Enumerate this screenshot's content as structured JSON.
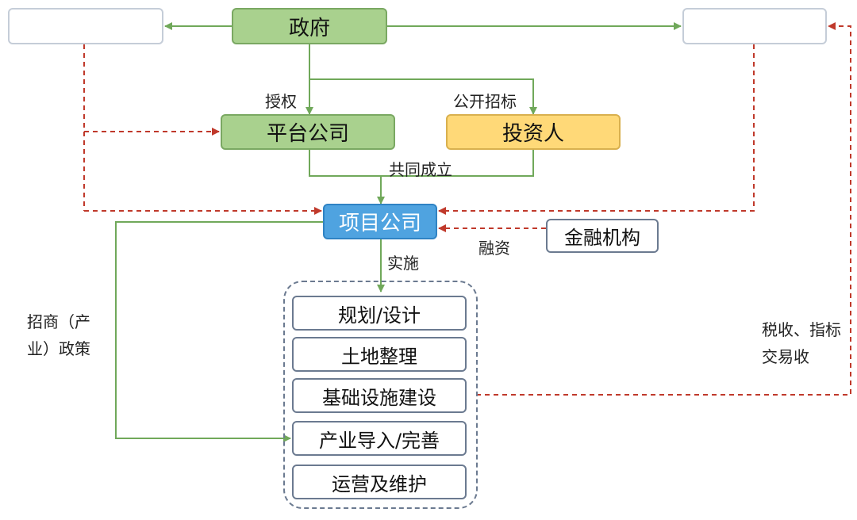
{
  "nodes": {
    "government": "政府",
    "platform_company": "平台公司",
    "investor": "投资人",
    "project_company": "项目公司",
    "financial_institution": "金融机构",
    "left_top": "",
    "right_top": ""
  },
  "implementation_steps": [
    "规划/设计",
    "土地整理",
    "基础设施建设",
    "产业导入/完善",
    "运营及维护"
  ],
  "edge_labels": {
    "authorize": "授权",
    "open_tender": "公开招标",
    "co_establish": "共同成立",
    "implement": "实施",
    "financing": "融资",
    "investment_policy": "招商（产业）政策",
    "tax_revenue": "税收、指标交易收"
  },
  "colors": {
    "solid_edge": "#70a85a",
    "dashed_edge": "#c0392b"
  }
}
